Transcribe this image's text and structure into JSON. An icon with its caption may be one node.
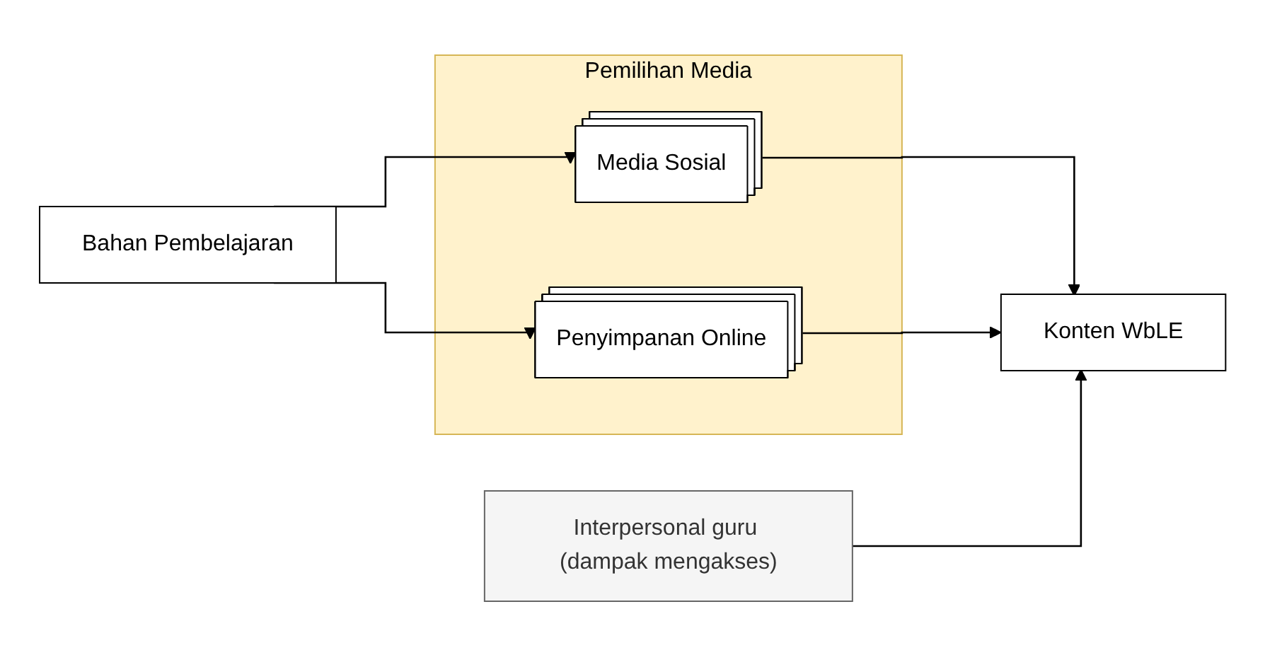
{
  "diagram": {
    "nodes": [
      {
        "text": [
          "Bahan Pembelajaran"
        ]
      },
      {
        "text": [
          "Pemilihan Media"
        ]
      },
      {
        "text": [
          "Media Sosial"
        ],
        "in": 1
      },
      {
        "text": [
          "Penyimpanan Online"
        ],
        "in": 1
      },
      {
        "text": [
          "Konten WbLE"
        ]
      },
      {
        "text": [
          "Interpersonal guru (dampak mengakses)"
        ]
      }
    ],
    "edges": [
      {
        "from": 0,
        "to": 2,
        "arrow": "to"
      },
      {
        "from": 0,
        "to": 3,
        "arrow": "to"
      },
      {
        "from": 2,
        "to": 4,
        "arrow": "to"
      },
      {
        "from": 3,
        "to": 4,
        "arrow": "to"
      },
      {
        "from": 5,
        "to": 4,
        "arrow": "to"
      }
    ]
  }
}
